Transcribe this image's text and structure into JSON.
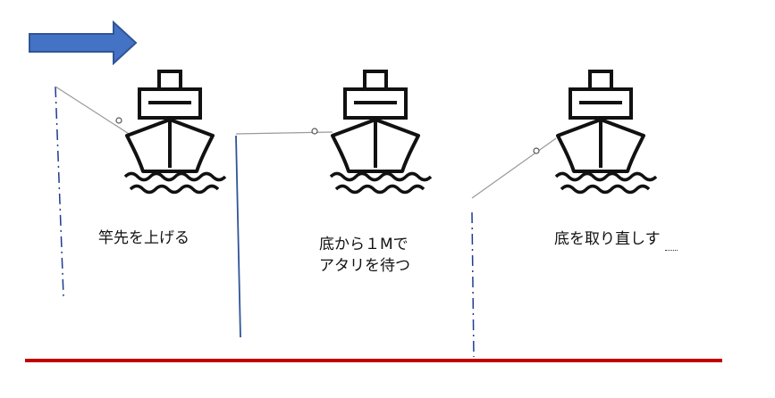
{
  "diagram": {
    "colors": {
      "arrow_fill": "#4472C4",
      "arrow_stroke": "#2F5597",
      "seabed": "#C00000",
      "line_dashdot": "#1F3A93",
      "line_solid": "#2F5597",
      "ship": "#111111",
      "rod": "#9a9a9a"
    },
    "icons": {
      "direction": "right-arrow-icon",
      "ship": "ship-icon",
      "waves": "waves-icon",
      "rod": "fishing-rod-icon",
      "reel": "reel-icon"
    },
    "steps": [
      {
        "caption_lines": [
          "竿先を上げる"
        ],
        "line_style": "dash-dot"
      },
      {
        "caption_lines": [
          "底から１Mで",
          "アタリを待つ"
        ],
        "line_style": "solid"
      },
      {
        "caption_lines": [
          "底を取り直しす"
        ],
        "line_style": "dash-dot"
      }
    ]
  }
}
